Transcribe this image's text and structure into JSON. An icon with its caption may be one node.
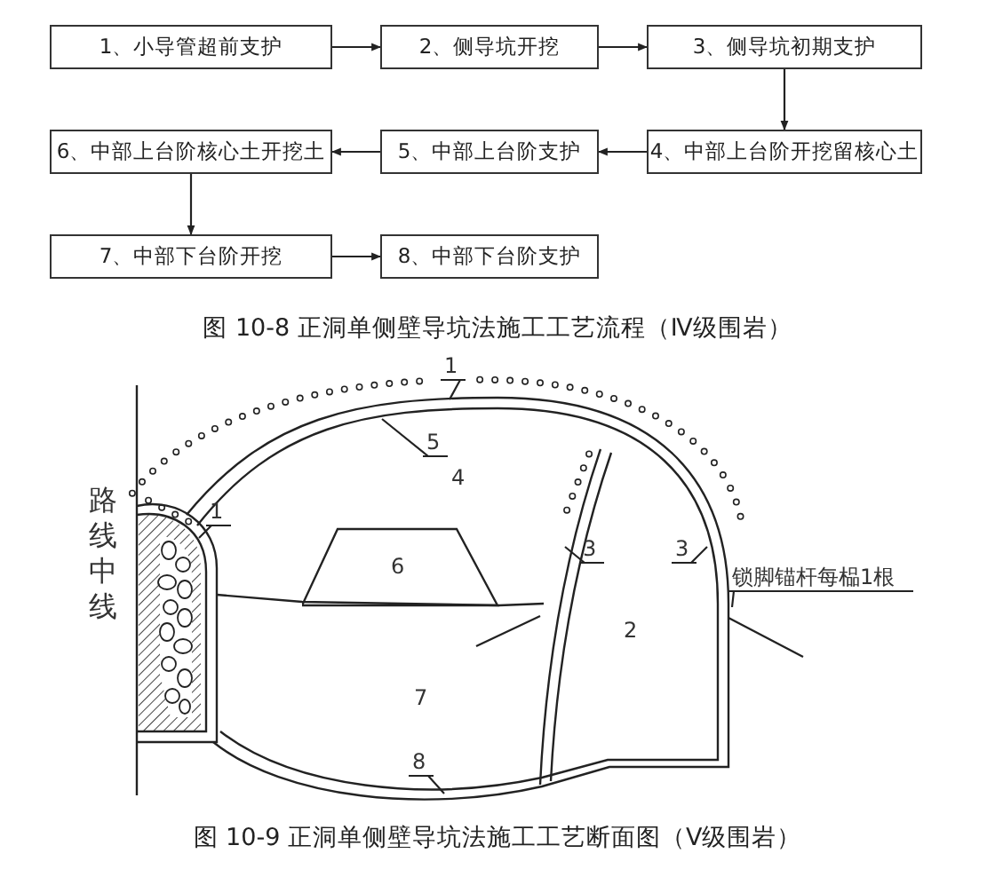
{
  "diagram": {
    "title": "图 10-8 正洞单侧壁导坑法施工工艺流程（Ⅳ级围岩）",
    "caption": "图 10-9 正洞单侧壁导坑法施工工艺断面图（Ⅴ级围岩）",
    "nodes": [
      {
        "text": [
          "1、小导管超前支护"
        ]
      },
      {
        "text": [
          "2、侧导坑开挖"
        ]
      },
      {
        "text": [
          "3、侧导坑初期支护"
        ]
      },
      {
        "text": [
          "4、中部上台阶开挖留核心土"
        ]
      },
      {
        "text": [
          "5、中部上台阶支护"
        ]
      },
      {
        "text": [
          "6、中部上台阶核心土开挖土"
        ]
      },
      {
        "text": [
          "7、中部下台阶开挖"
        ]
      },
      {
        "text": [
          "8、中部下台阶支护"
        ]
      },
      {
        "text": [
          "1"
        ]
      },
      {
        "text": [
          "5"
        ]
      },
      {
        "text": [
          "1"
        ]
      },
      {
        "text": [
          "6"
        ]
      },
      {
        "text": [
          "3"
        ]
      },
      {
        "text": [
          "3"
        ]
      },
      {
        "text": [
          "锁脚锚杆每榀1根"
        ]
      },
      {
        "text": [
          "8"
        ]
      }
    ],
    "edges": [
      {
        "from": 0,
        "to": 1,
        "arrow": "to"
      },
      {
        "from": 1,
        "to": 2,
        "arrow": "to"
      },
      {
        "from": 2,
        "to": 3,
        "arrow": "to"
      },
      {
        "from": 3,
        "to": 4,
        "arrow": "to"
      },
      {
        "from": 4,
        "to": 5,
        "arrow": "to"
      },
      {
        "from": 5,
        "to": 6,
        "arrow": "to"
      },
      {
        "from": 6,
        "to": 7,
        "arrow": "to"
      },
      {
        "from": 8,
        "to": null,
        "arrow": "none"
      },
      {
        "from": 9,
        "to": null,
        "arrow": "none"
      },
      {
        "from": 10,
        "to": null,
        "arrow": "none"
      },
      {
        "from": 12,
        "to": null,
        "arrow": "none"
      },
      {
        "from": 13,
        "to": null,
        "arrow": "none"
      },
      {
        "from": 14,
        "to": null,
        "arrow": "none"
      },
      {
        "from": 15,
        "to": null,
        "arrow": "none"
      }
    ],
    "labels": [
      "路线中线",
      "4",
      "2",
      "7"
    ]
  }
}
